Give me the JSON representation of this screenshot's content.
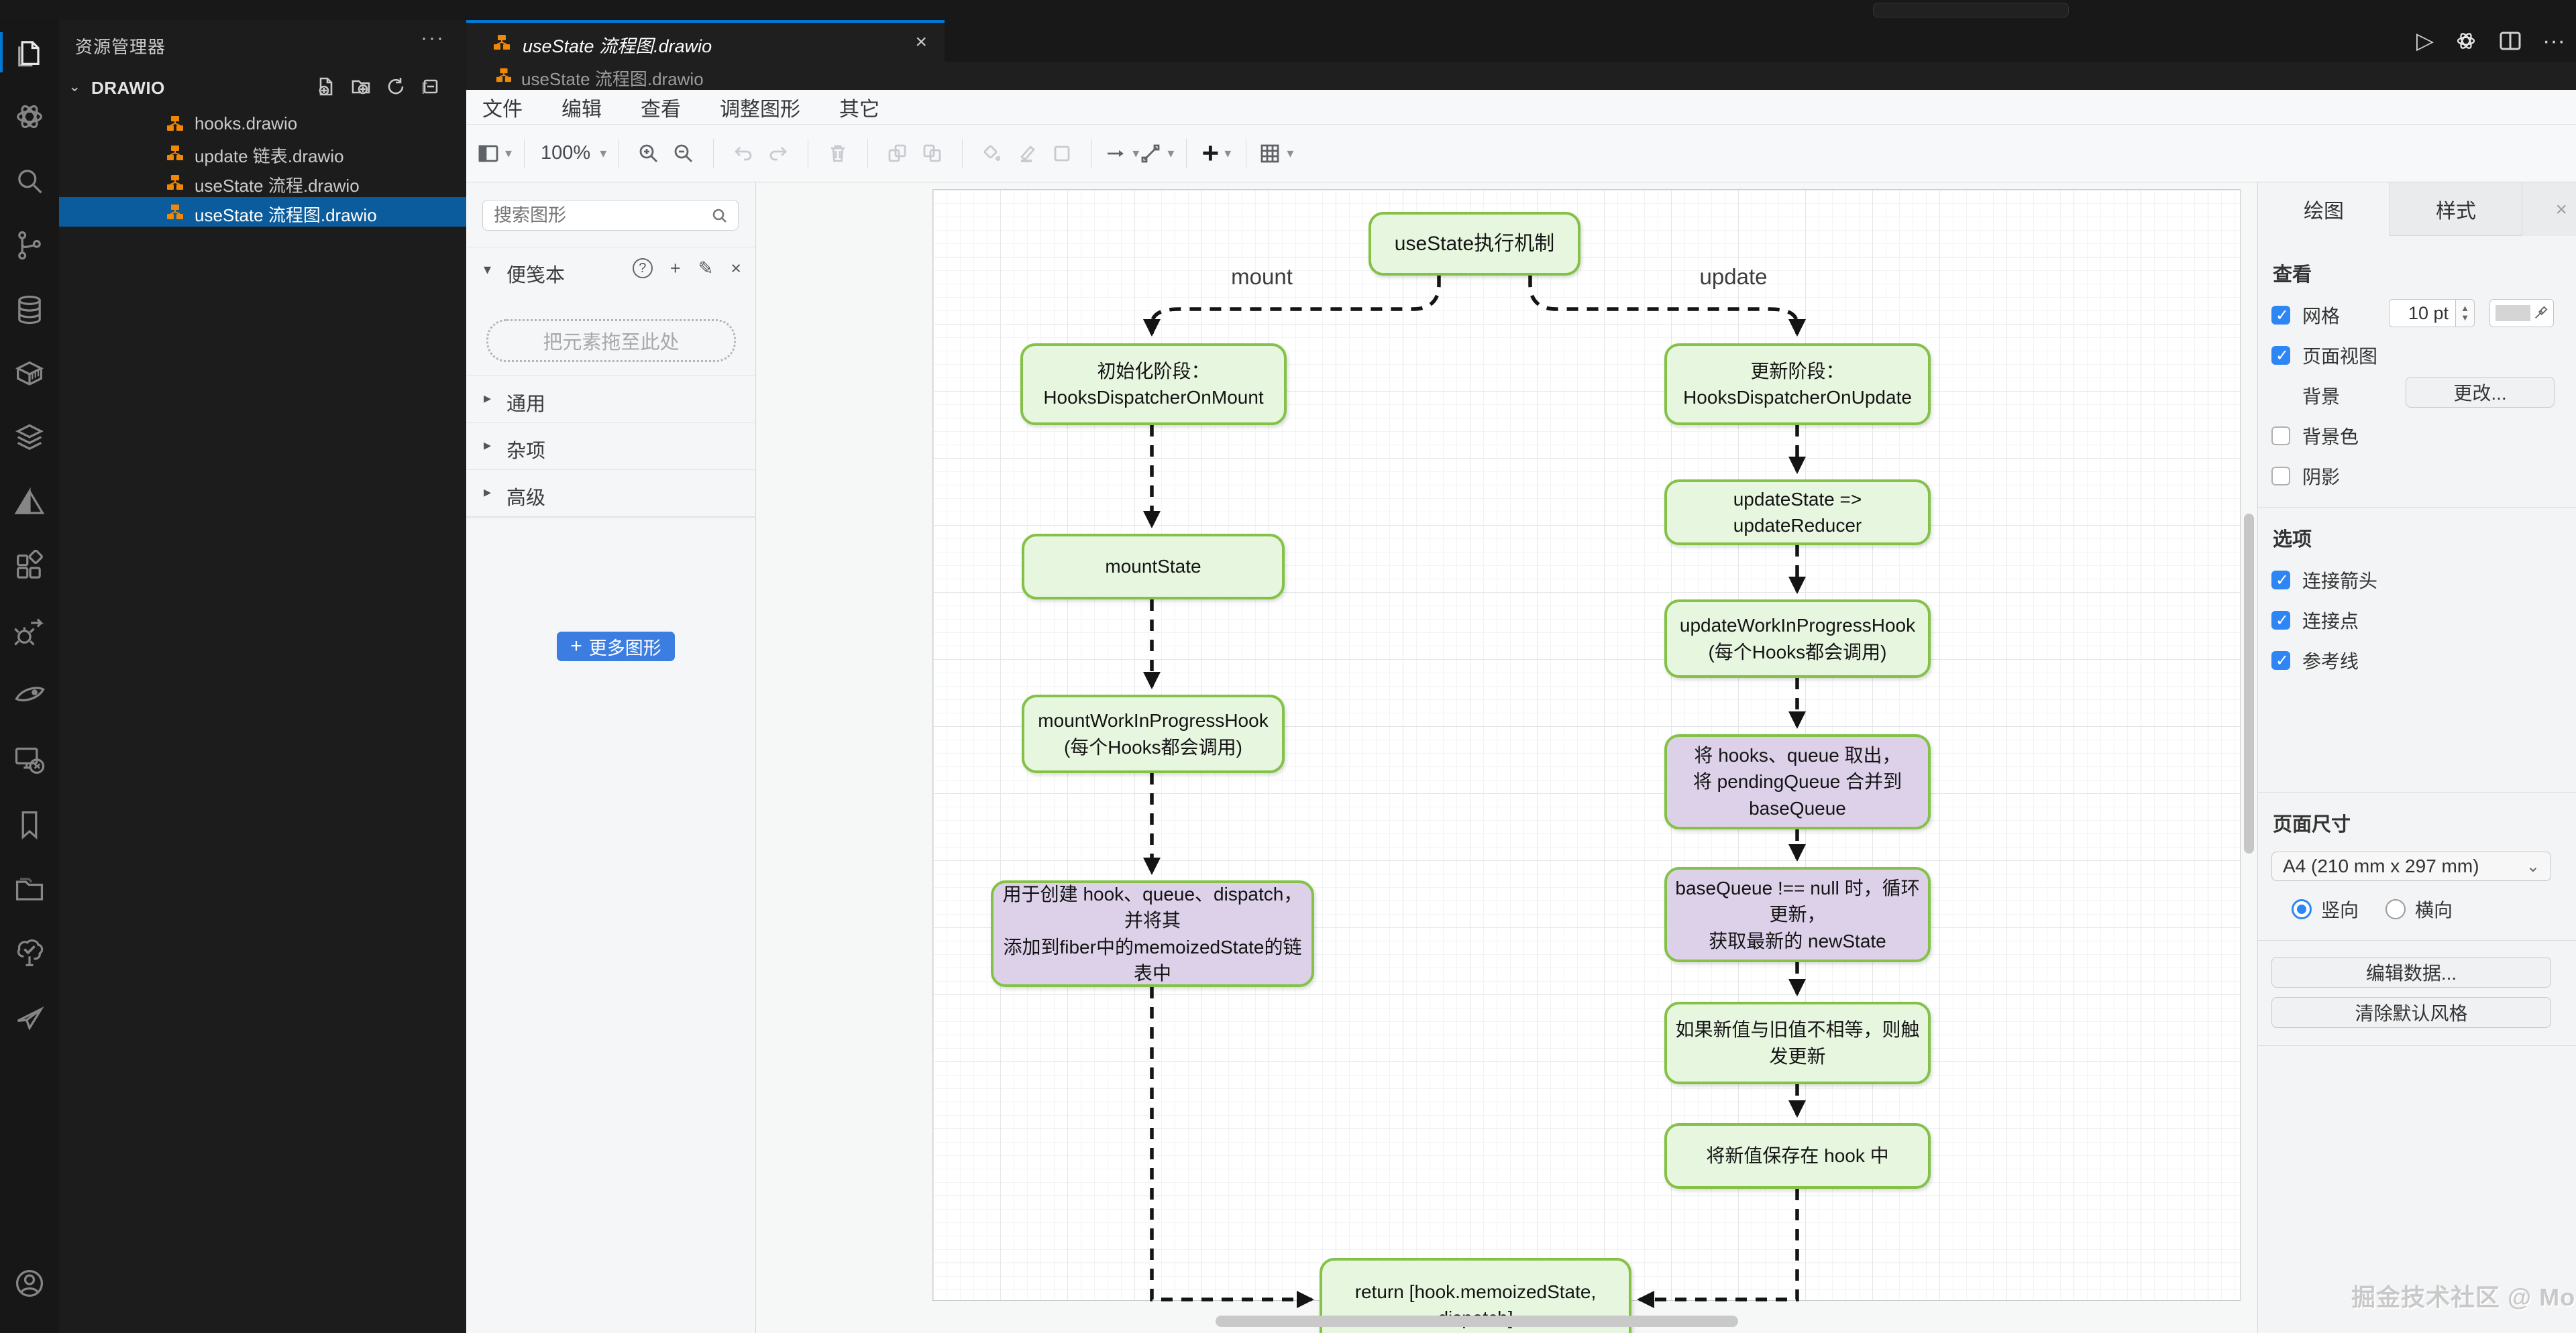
{
  "explorer": {
    "title": "资源管理器",
    "folder": "DRAWIO",
    "files": [
      {
        "name": "hooks.drawio"
      },
      {
        "name": "update 链表.drawio"
      },
      {
        "name": "useState 流程.drawio"
      },
      {
        "name": "useState 流程图.drawio"
      }
    ]
  },
  "activity_bar": {
    "icons": [
      "explorer-files",
      "openai",
      "search",
      "source-control",
      "database",
      "container",
      "layers",
      "pyramid",
      "extensions",
      "debug-bug",
      "wing",
      "remote-explorer",
      "bookmark",
      "folder-library",
      "tree-test",
      "send-share",
      "account"
    ]
  },
  "editor": {
    "tab_label": "useState 流程图.drawio",
    "breadcrumb": "useState 流程图.drawio",
    "close_glyph": "×",
    "actions_ellipsis": "···",
    "play_glyph": "▷"
  },
  "drawio": {
    "menus": [
      {
        "label": "文件"
      },
      {
        "label": "编辑"
      },
      {
        "label": "查看"
      },
      {
        "label": "调整图形"
      },
      {
        "label": "其它"
      }
    ],
    "toolbar": {
      "zoom": "100%",
      "plus": "+"
    },
    "shapes_panel": {
      "search_placeholder": "搜索图形",
      "scratchpad": "便笺本",
      "scratchpad_help": "?",
      "scratchpad_add": "+",
      "scratchpad_edit": "✎",
      "scratchpad_close": "×",
      "drop_hint": "把元素拖至此处",
      "sections": [
        {
          "label": "通用"
        },
        {
          "label": "杂项"
        },
        {
          "label": "高级"
        }
      ],
      "more_shapes": "更多图形"
    },
    "format_panel": {
      "tabs": [
        {
          "label": "绘图"
        },
        {
          "label": "样式"
        }
      ],
      "close_glyph": "×",
      "view": {
        "heading": "查看",
        "grid": "网格",
        "grid_size": "10 pt",
        "page_view": "页面视图",
        "background": "背景",
        "change_button": "更改...",
        "background_color": "背景色",
        "shadow": "阴影"
      },
      "options": {
        "heading": "选项",
        "connection_arrows": "连接箭头",
        "connection_points": "连接点",
        "guides": "参考线"
      },
      "page": {
        "heading": "页面尺寸",
        "size": "A4 (210 mm x 297 mm)",
        "portrait": "竖向",
        "landscape": "横向"
      },
      "buttons": {
        "edit_data": "编辑数据...",
        "clear_default_style": "清除默认风格"
      }
    }
  },
  "flow": {
    "edge_labels": {
      "mount": "mount",
      "update": "update"
    },
    "nodes": [
      {
        "text": "useState执行机制",
        "type": "green"
      },
      {
        "text": "初始化阶段：\nHooksDispatcherOnMount",
        "type": "green"
      },
      {
        "text": "mountState",
        "type": "green"
      },
      {
        "text": "mountWorkInProgressHook\n(每个Hooks都会调用)",
        "type": "green"
      },
      {
        "text": "用于创建 hook、queue、dispatch，并将其\n添加到fiber中的memoizedState的链表中",
        "type": "purple"
      },
      {
        "text": "更新阶段：\nHooksDispatcherOnUpdate",
        "type": "green"
      },
      {
        "text": "updateState => updateReducer",
        "type": "green"
      },
      {
        "text": "updateWorkInProgressHook\n(每个Hooks都会调用)",
        "type": "green"
      },
      {
        "text": "将 hooks、queue 取出，\n将 pendingQueue 合并到 baseQueue",
        "type": "purple"
      },
      {
        "text": "baseQueue !== null 时，循环更新，\n获取最新的 newState",
        "type": "purple"
      },
      {
        "text": "如果新值与旧值不相等，则触发更新",
        "type": "green"
      },
      {
        "text": "将新值保存在 hook 中",
        "type": "green"
      },
      {
        "text": "return [hook.memoizedState, dispatch]",
        "type": "green"
      }
    ]
  },
  "watermark": "掘金技术社区 @ Moment",
  "colors": {
    "node_green_fill": "#e7f6df",
    "node_purple_fill": "#ddd1ea",
    "node_border": "#84c147",
    "accent_blue": "#2e86f5",
    "selection_blue": "#0b5c9d",
    "tab_accent": "#0078d4",
    "drawio_orange": "#f08705",
    "more_shapes_button": "#3b7de0"
  }
}
